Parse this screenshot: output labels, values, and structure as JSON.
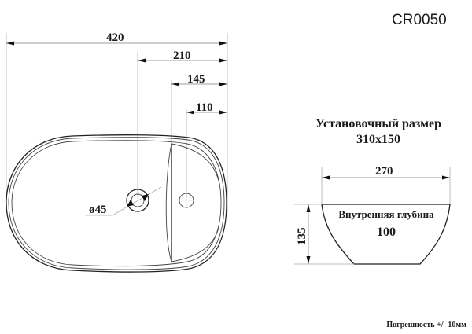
{
  "drawing": {
    "model_code": "CR0050",
    "top_view": {
      "dimensions": {
        "overall_width": "420",
        "drain_offset": "210",
        "shelf_offset": "145",
        "tap_hole_offset": "110",
        "drain_diameter": "ø45"
      }
    },
    "side_view": {
      "mounting_label": "Установочный размер",
      "mounting_size": "310x150",
      "bowl_width": "270",
      "height": "135",
      "inner_depth_label": "Внутренняя глубина",
      "inner_depth": "100"
    },
    "tolerance_note": "Погрешность +/- 10мм",
    "colors": {
      "line": "#222222",
      "dimension_line": "#9e9e9e",
      "background": "#ffffff"
    }
  }
}
